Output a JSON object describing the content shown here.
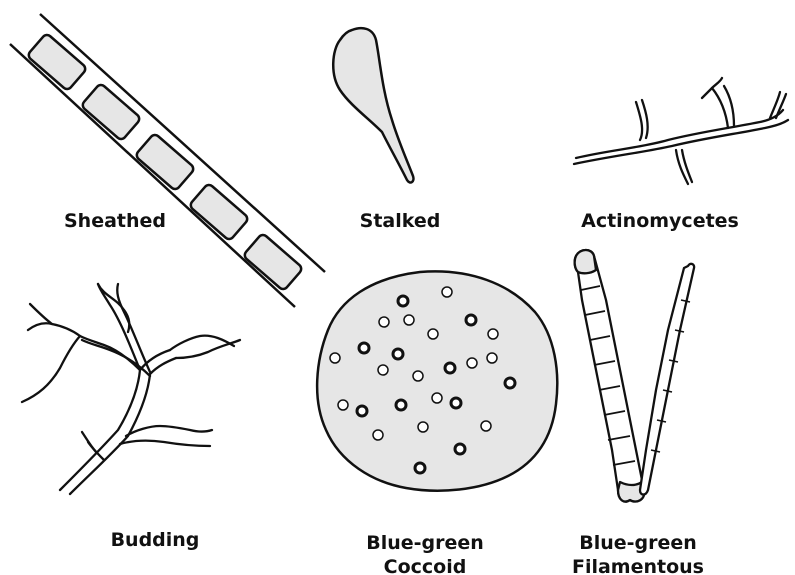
{
  "labels": {
    "sheathed": "Sheathed",
    "stalked": "Stalked",
    "actinomycetes": "Actinomycetes",
    "budding": "Budding",
    "coccoid_line1": "Blue-green",
    "coccoid_line2": "Coccoid",
    "filamentous_line1": "Blue-green",
    "filamentous_line2": "Filamentous"
  },
  "colors": {
    "stroke": "#111111",
    "fill": "#e6e6e6",
    "background": "#ffffff"
  }
}
